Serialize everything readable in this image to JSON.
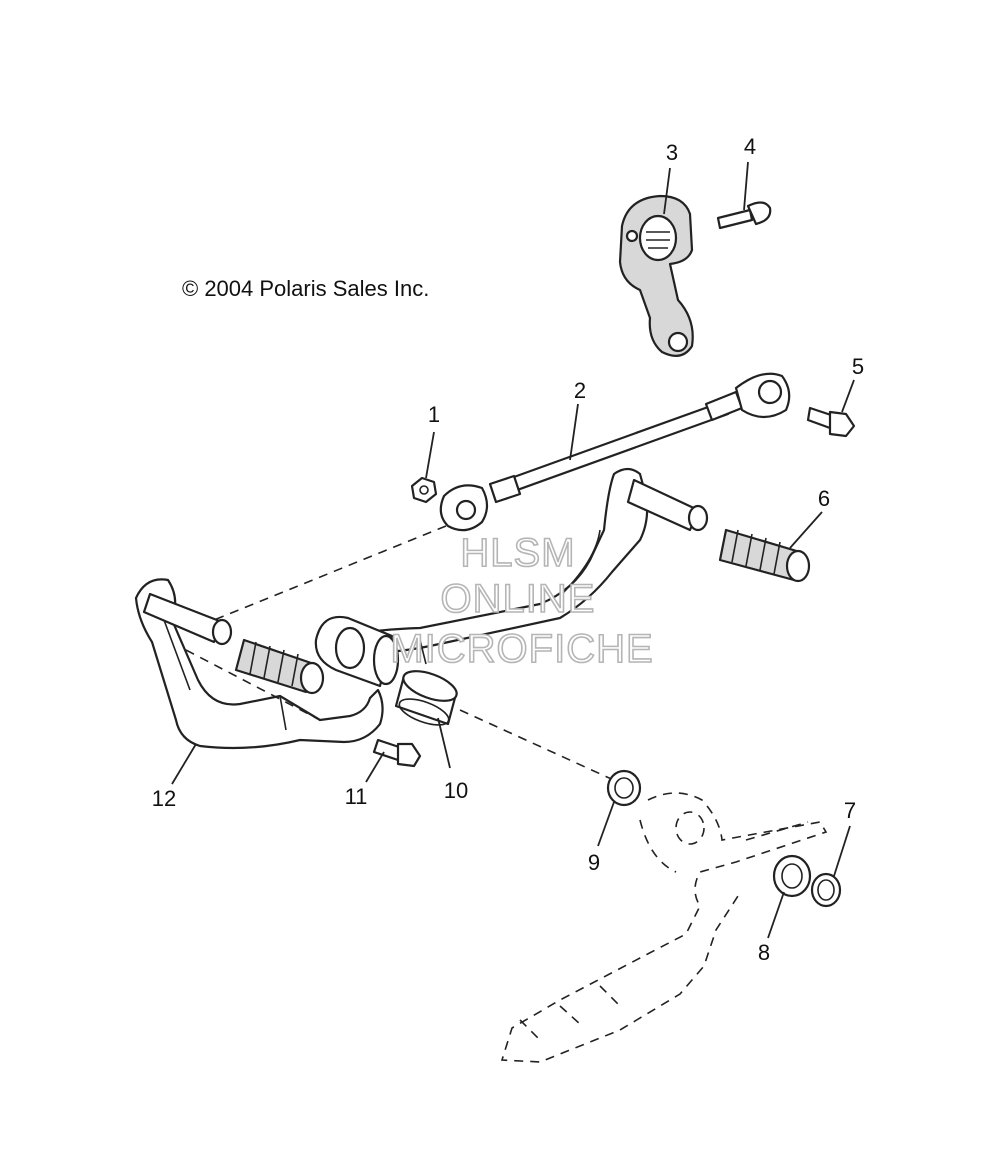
{
  "copyright": "© 2004 Polaris Sales Inc.",
  "watermark": [
    "HLSM",
    "ONLINE",
    "MICROFICHE"
  ],
  "callouts": [
    "1",
    "2",
    "3",
    "4",
    "5",
    "6",
    "7",
    "8",
    "9",
    "10",
    "11",
    "12"
  ]
}
